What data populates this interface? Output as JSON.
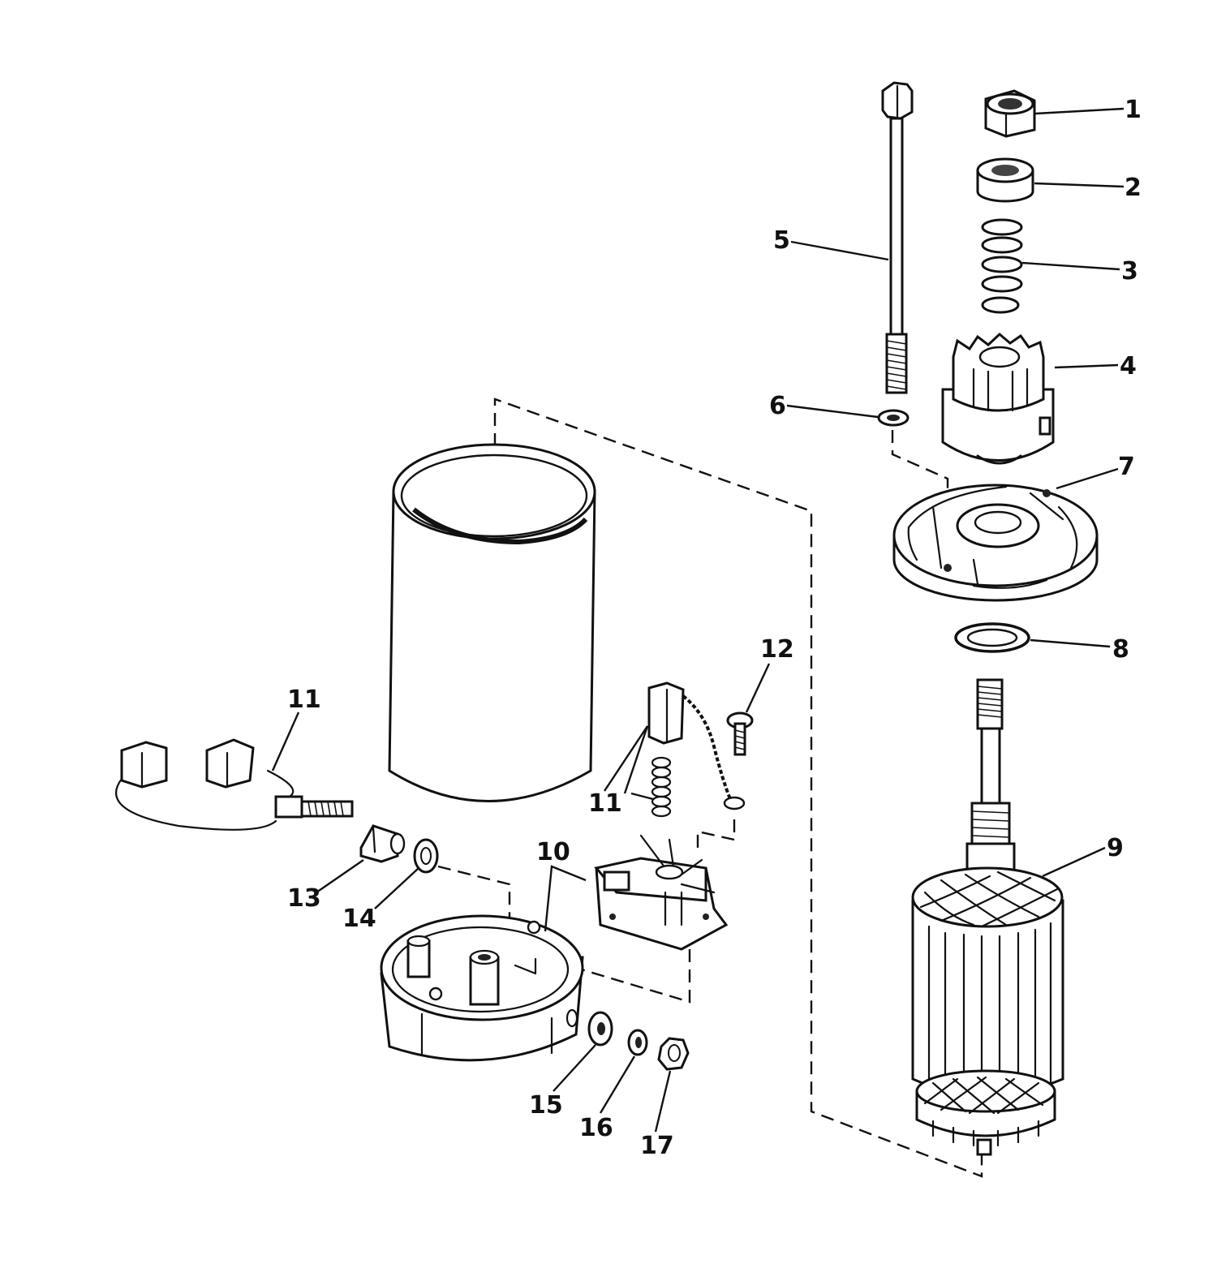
{
  "callouts": {
    "c1": "1",
    "c2": "2",
    "c3": "3",
    "c4": "4",
    "c5": "5",
    "c6": "6",
    "c7": "7",
    "c8": "8",
    "c9": "9",
    "c10": "10",
    "c11_left": "11",
    "c11_center": "11",
    "c12": "12",
    "c13": "13",
    "c14": "14",
    "c15": "15",
    "c16": "16",
    "c17": "17"
  },
  "colors": {
    "ink": "#111111",
    "paper": "#ffffff"
  }
}
